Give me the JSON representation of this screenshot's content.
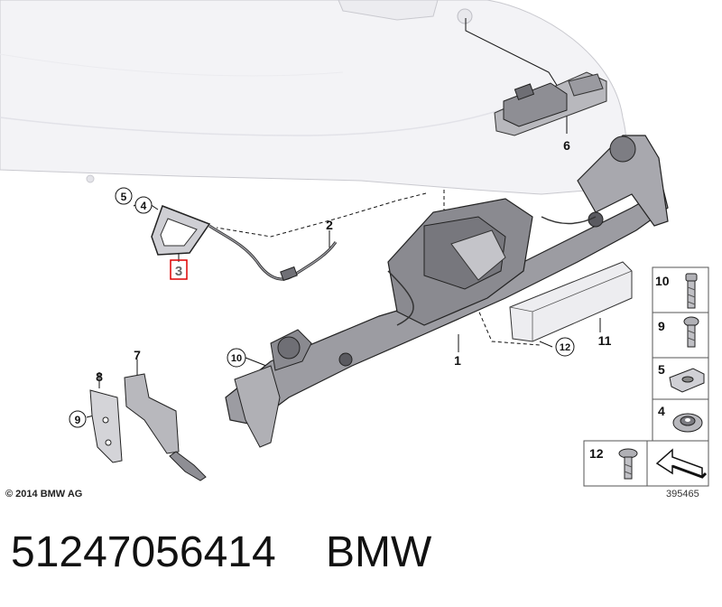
{
  "callouts": {
    "c1": "1",
    "c2": "2",
    "c3": "3",
    "c4": "4",
    "c5": "5",
    "c6": "6",
    "c7": "7",
    "c8": "8",
    "c9": "9",
    "c10": "10",
    "c11": "11",
    "c12": "12"
  },
  "legend": {
    "items": [
      {
        "label": "10",
        "icon": "bolt-long-icon"
      },
      {
        "label": "9",
        "icon": "screw-icon"
      },
      {
        "label": "5",
        "icon": "clip-nut-icon"
      },
      {
        "label": "4",
        "icon": "grommet-nut-icon"
      },
      {
        "label": "12",
        "icon": "flange-bolt-icon"
      }
    ],
    "symbol": "arrow-symbol-icon"
  },
  "copyright": "© 2014 BMW AG",
  "diagram_number": "395465",
  "footer": {
    "part_number": "51247056414",
    "brand": "BMW"
  }
}
